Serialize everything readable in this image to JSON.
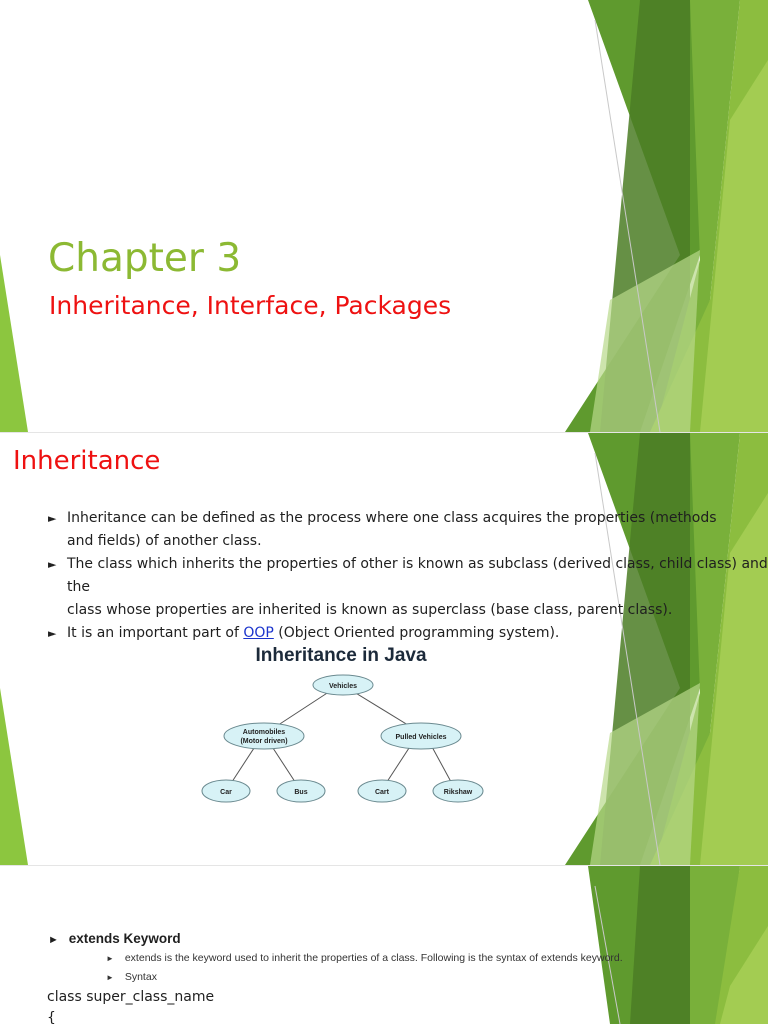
{
  "slide1": {
    "title": "Chapter 3",
    "subtitle": "Inheritance, Interface, Packages"
  },
  "slide2": {
    "title": "Inheritance",
    "bullets": [
      {
        "pre": "Inheritance can be defined as the process where one class acquires the properties (methods",
        "line2": "and fields) of another class."
      },
      {
        "pre": "The class which inherits the properties of other is known as subclass (derived class, child class)      and the",
        "line2": "class whose properties are inherited is known as superclass (base class, parent class)."
      },
      {
        "pre": " It is an important part of ",
        "link": "OOP",
        "post": " (Object Oriented programming system)."
      }
    ],
    "diagram": {
      "title": "Inheritance in Java",
      "root": "Vehicles",
      "left": "Automobiles",
      "left2": "(Motor driven)",
      "right": "Pulled Vehicles",
      "leaves": [
        "Car",
        "Bus",
        "Cart",
        "Rikshaw"
      ]
    }
  },
  "slide3": {
    "heading": "extends Keyword",
    "sub1": "extends is the keyword used to inherit the properties of a class. Following is the syntax of extends keyword.",
    "sub2": "Syntax",
    "code1": "class super_class_name",
    "code2": "{"
  },
  "colors": {
    "title_green": "#8cb933",
    "title_red": "#ee1111",
    "dark_green": "#4e8a2a",
    "light_green": "#9cc83a",
    "node_fill": "#d7f2f6"
  }
}
